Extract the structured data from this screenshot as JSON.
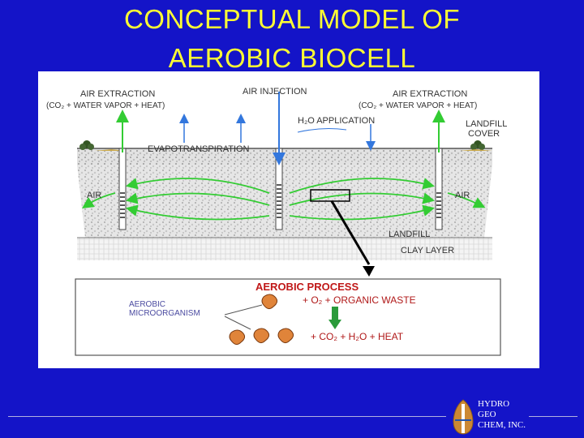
{
  "title": {
    "line1": "CONCEPTUAL MODEL OF",
    "line2": "AEROBIC BIOCELL"
  },
  "diagram": {
    "air_extraction_left_1": "AIR EXTRACTION",
    "air_extraction_left_2": "(CO₂ + WATER VAPOR + HEAT)",
    "air_injection": "AIR INJECTION",
    "air_extraction_right_1": "AIR EXTRACTION",
    "air_extraction_right_2": "(CO₂ + WATER VAPOR + HEAT)",
    "h2o_application": "H₂O APPLICATION",
    "landfill_cover_1": "LANDFILL",
    "landfill_cover_2": "COVER",
    "evapotranspiration": "EVAPOTRANSPIRATION",
    "air_left": "AIR",
    "air_right": "AIR",
    "landfill": "LANDFILL",
    "clay_layer": "CLAY LAYER"
  },
  "process": {
    "title": "AEROBIC PROCESS",
    "organism_1": "AEROBIC",
    "organism_2": "MICROORGANISM",
    "equation_1": "+ O₂ + ORGANIC WASTE",
    "equation_2": "+ CO₂ + H₂O + HEAT"
  },
  "company": {
    "line1": "HYDRO",
    "line2": "GEO",
    "line3": "CHEM, INC."
  },
  "colors": {
    "background": "#1414c8",
    "title": "#ffff33",
    "green_flow": "#33cc33",
    "blue_flow": "#3377dd"
  }
}
